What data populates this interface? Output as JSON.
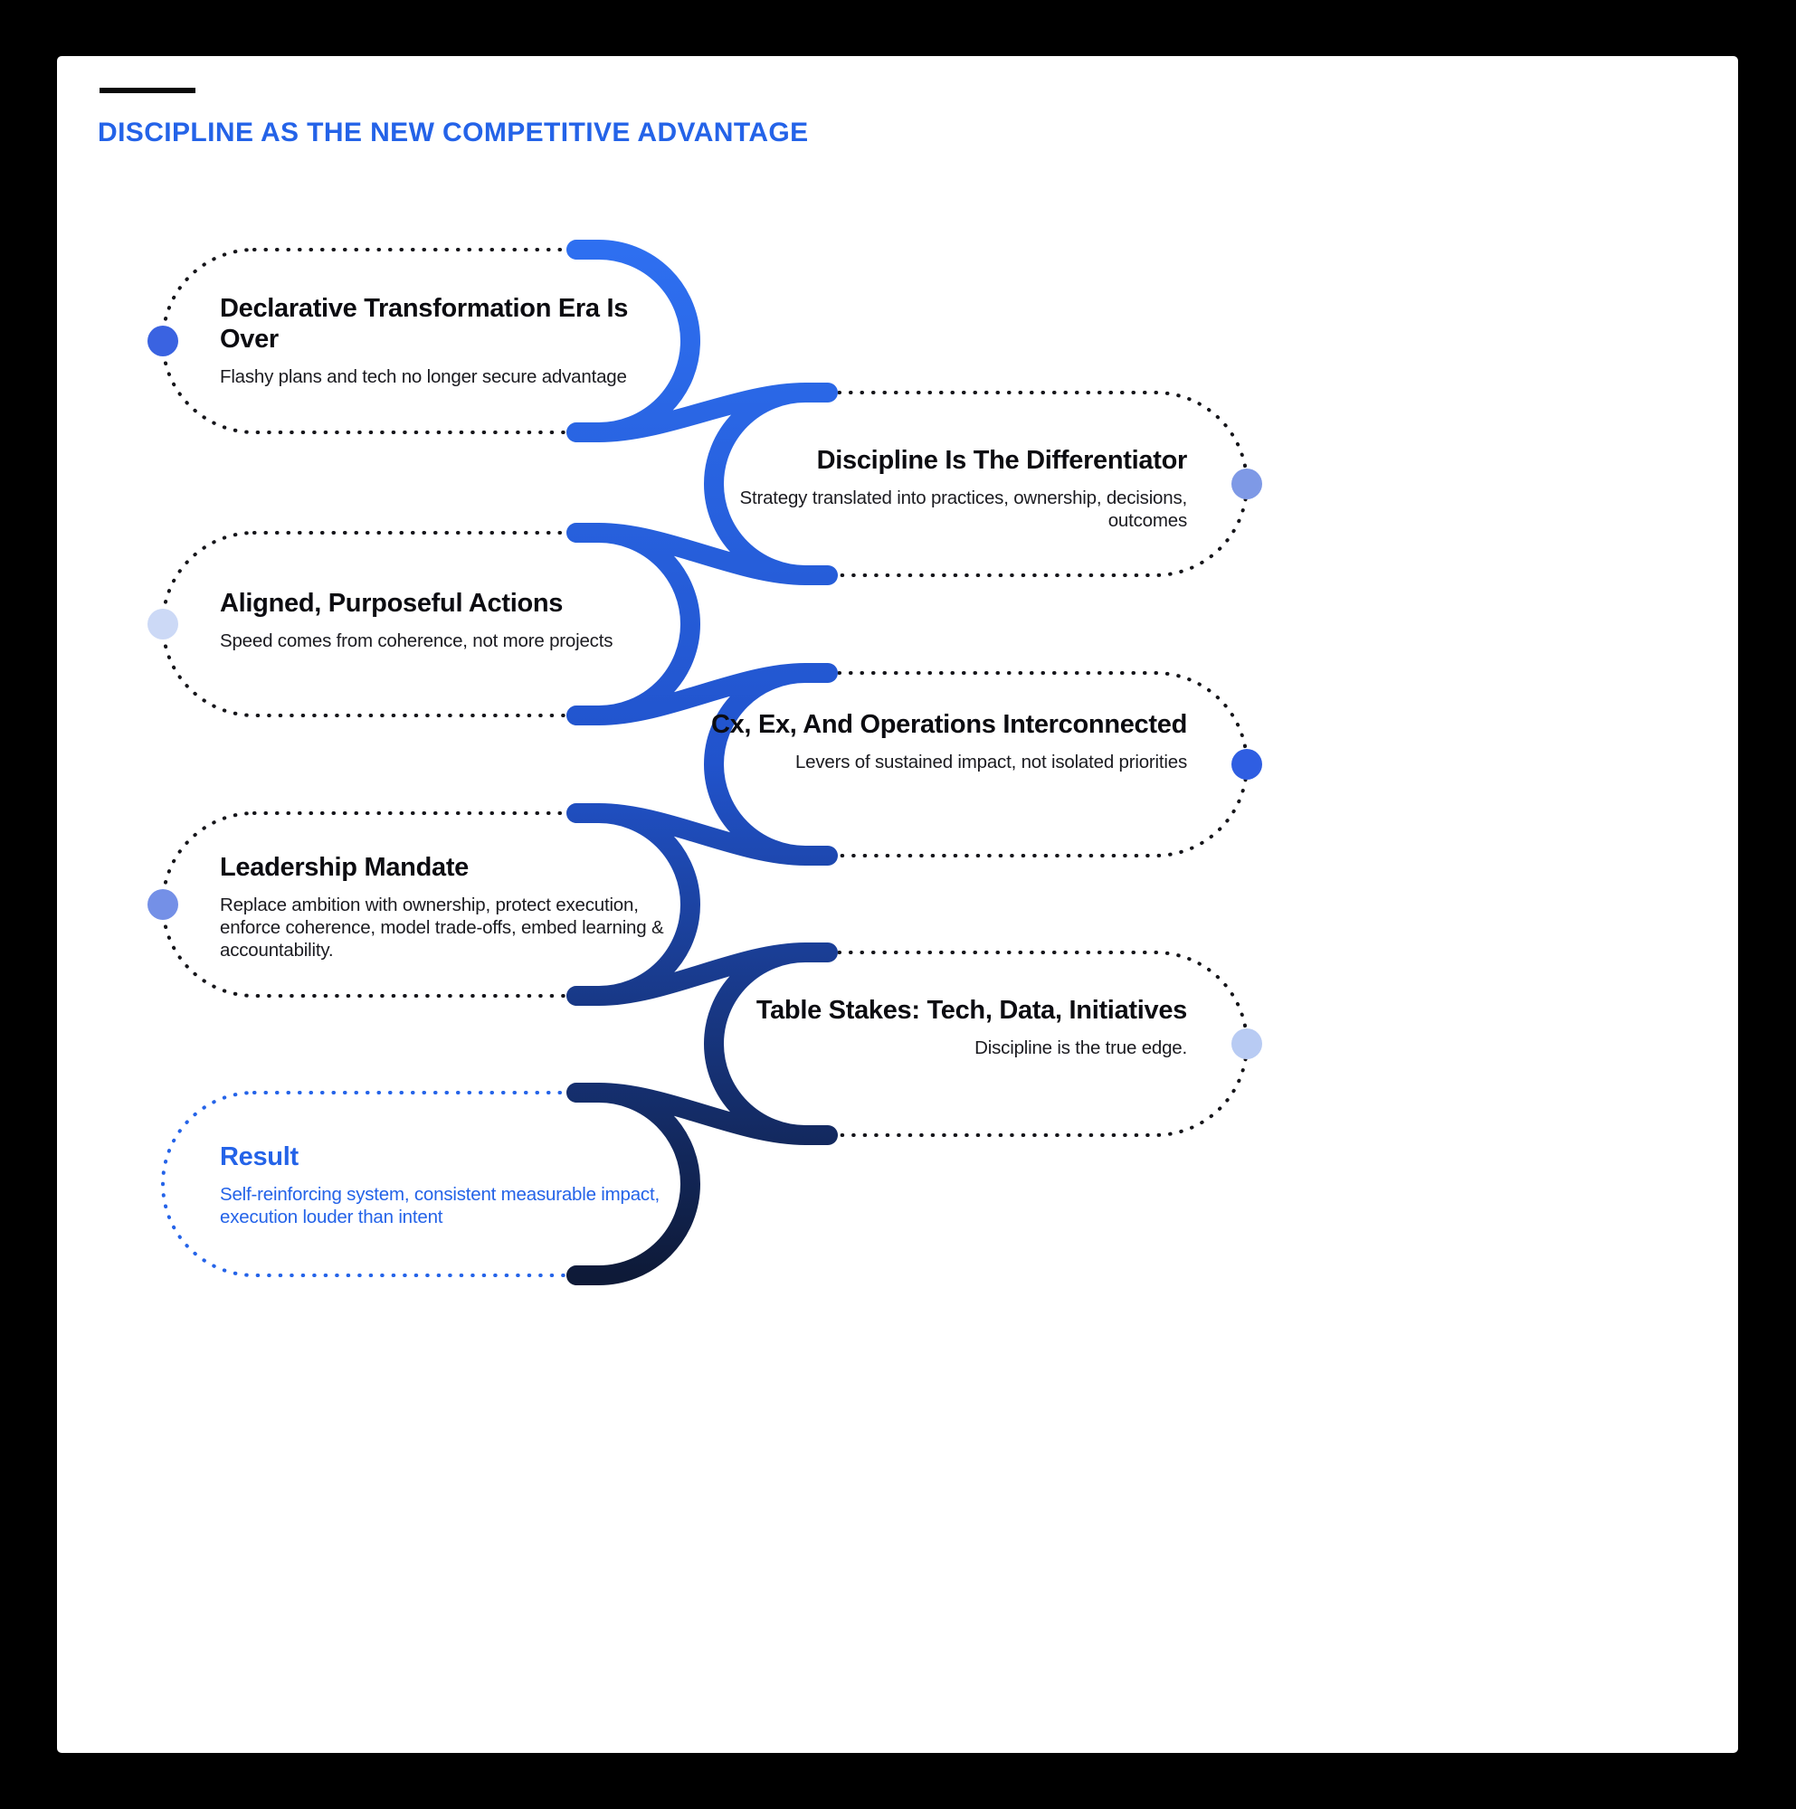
{
  "header": {
    "title": "DISCIPLINE AS THE NEW COMPETITIVE ADVANTAGE"
  },
  "colors": {
    "accent": "#2463e8",
    "outline": "#15151a",
    "serpentine_top": "#2e6ff0",
    "serpentine_mid": "#2153cc",
    "serpentine_bottom": "#0e1a38"
  },
  "nodes": [
    {
      "side": "left",
      "title": "Declarative Transformation Era Is Over",
      "body": "Flashy plans and tech no longer secure advantage",
      "dot_color": "#3a63e1"
    },
    {
      "side": "right",
      "title": "Discipline Is The Differentiator",
      "body": "Strategy translated into practices, ownership, decisions, outcomes",
      "dot_color": "#7e99e6"
    },
    {
      "side": "left",
      "title": "Aligned, Purposeful Actions",
      "body": "Speed comes from coherence, not more projects",
      "dot_color": "#ccd9f6"
    },
    {
      "side": "right",
      "title": "Cx, Ex, And Operations Interconnected",
      "body": "Levers of sustained impact, not isolated priorities",
      "dot_color": "#2f5ee2"
    },
    {
      "side": "left",
      "title": "Leadership Mandate",
      "body": "Replace ambition with ownership, protect execution, enforce coherence, model trade-offs, embed learning & accountability.",
      "dot_color": "#7490e7"
    },
    {
      "side": "right",
      "title": "Table Stakes: Tech, Data, Initiatives",
      "body": "Discipline is the true edge.",
      "dot_color": "#b8cbf3"
    },
    {
      "side": "left",
      "title": "Result",
      "body": "Self-reinforcing system, consistent measurable impact, execution louder than intent"
    }
  ]
}
